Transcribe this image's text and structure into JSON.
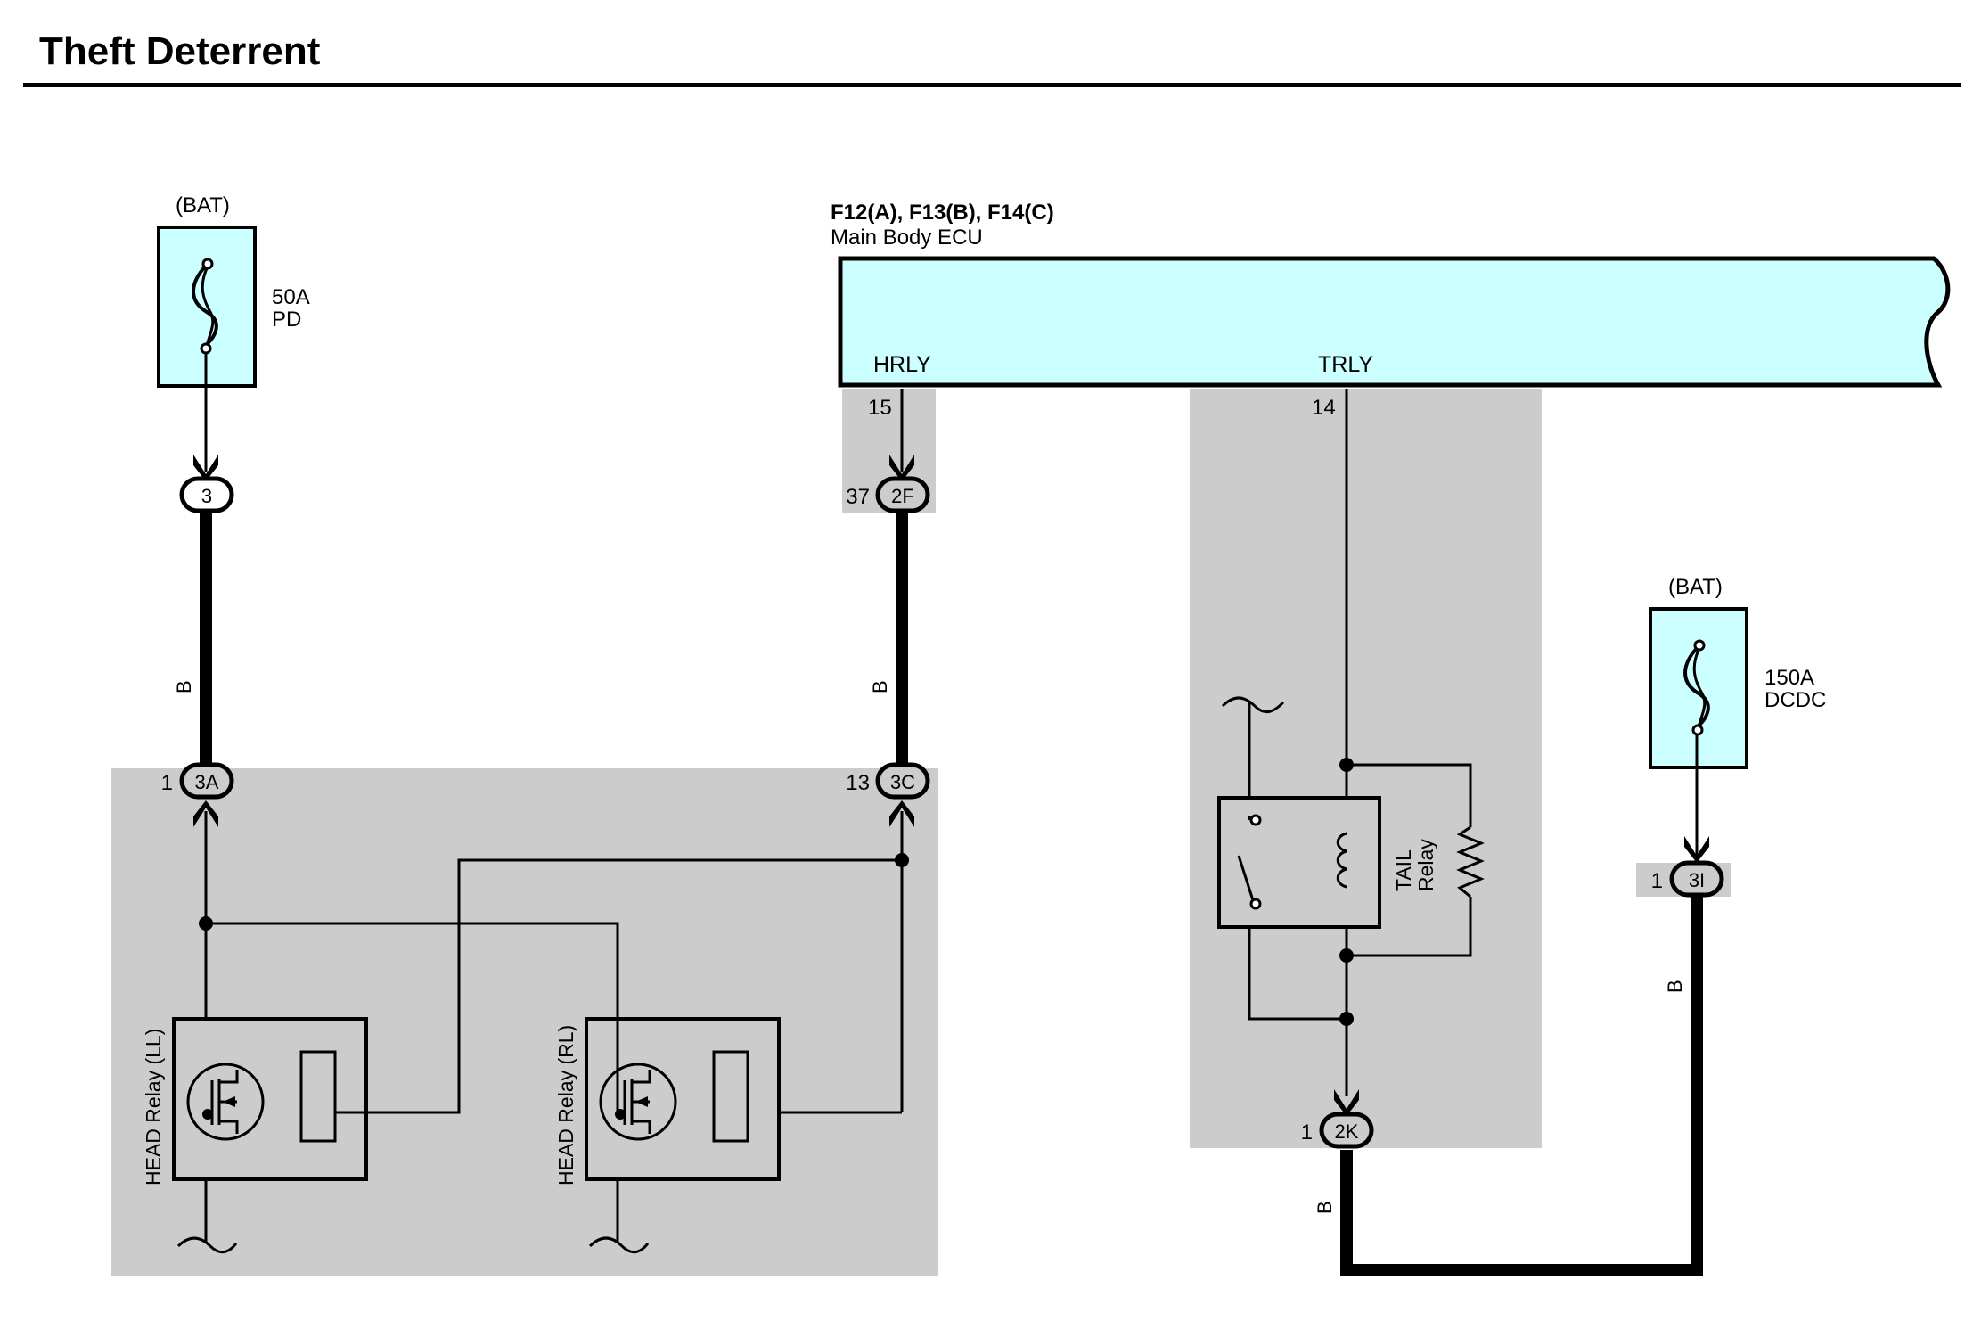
{
  "title": "Theft Deterrent",
  "colors": {
    "fuse_fill": "#ccffff",
    "ecu_fill": "#ccffff",
    "shade": "#cccccc",
    "wire": "#000000"
  },
  "fuse_pd": {
    "source": "(BAT)",
    "rating": "50A",
    "name": "PD",
    "icon": "fuse-icon"
  },
  "fuse_dcdc": {
    "source": "(BAT)",
    "rating": "150A",
    "name": "DCDC",
    "icon": "fuse-icon"
  },
  "ecu": {
    "connectors": "F12(A), F13(B), F14(C)",
    "name": "Main Body ECU",
    "pin_hrly": "HRLY",
    "pin_trly": "TRLY",
    "pin_hrly_num": "15",
    "pin_trly_num": "14"
  },
  "connectors": {
    "c3": {
      "id": "3",
      "pin": ""
    },
    "c2f": {
      "id": "2F",
      "pin": "37"
    },
    "c3a": {
      "id": "3A",
      "pin": "1"
    },
    "c3c": {
      "id": "3C",
      "pin": "13"
    },
    "c3i": {
      "id": "3I",
      "pin": "1"
    },
    "c2k": {
      "id": "2K",
      "pin": "1"
    }
  },
  "wire_colors": {
    "w1": "B",
    "w2": "B",
    "w3": "B",
    "w4": "B"
  },
  "relays": {
    "head_ll": {
      "name": "HEAD Relay (LL)",
      "icon": "mosfet-relay-icon"
    },
    "head_rl": {
      "name": "HEAD Relay (RL)",
      "icon": "mosfet-relay-icon"
    },
    "tail": {
      "name_line1": "TAIL",
      "name_line2": "Relay",
      "icon": "relay-coil-icon"
    }
  },
  "ground_icon": "ground-tilde-icon"
}
